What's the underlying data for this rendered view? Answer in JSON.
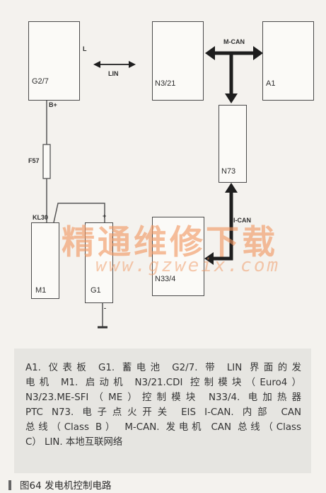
{
  "diagram": {
    "components": {
      "g27": "G2/7",
      "n321": "N3/21",
      "a1": "A1",
      "n73": "N73",
      "n334": "N33/4",
      "m1": "M1",
      "g1": "G1",
      "f57": "F57"
    },
    "pins": {
      "l": "L",
      "bplus": "B+",
      "kl30": "KL30",
      "plus": "+",
      "minus": "-"
    },
    "buses": {
      "lin": "LIN",
      "mcan": "M-CAN",
      "ican": "I-CAN"
    }
  },
  "watermark": {
    "text": "精通维修下载",
    "url": "www.gzweix.com"
  },
  "legend": {
    "lines": [
      "A1. 仪表板    G1. 蓄电池    G2/7. 带 LIN 界面的发",
      "电机    M1. 启动机    N3/21.CDI 控制模块（Euro4）",
      "N3/23.ME-SFI（ME）控制模块    N33/4. 电加热器",
      "PTC    N73. 电子点火开关 EIS    I-CAN. 内部 CAN",
      "总线（Class B）    M-CAN. 发电机 CAN 总线（Class",
      "C）    LIN. 本地互联网络"
    ]
  },
  "caption": "图64   发电机控制电路",
  "colors": {
    "watermark": "#f0965f",
    "line": "#4a4a4a",
    "bus": "#1e1e1e",
    "legend_bg": "#e6e5e1"
  }
}
